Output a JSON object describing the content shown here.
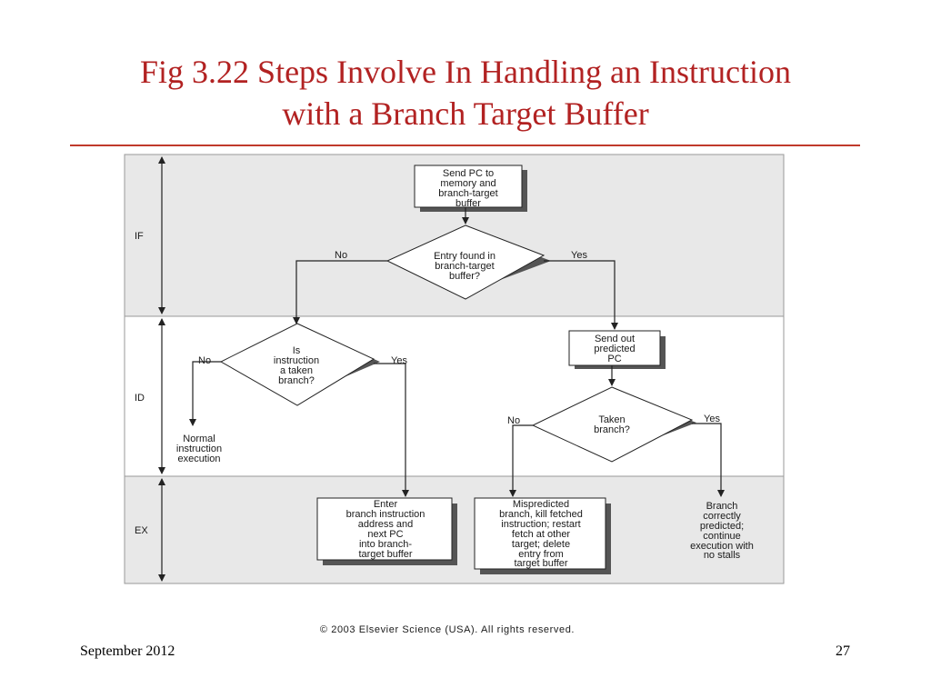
{
  "slide": {
    "title_line1": "Fig 3.22 Steps Involve In Handling an Instruction",
    "title_line2": "with a Branch Target Buffer",
    "footer_date": "September 2012",
    "page_number": "27",
    "copyright": "© 2003 Elsevier Science (USA). All rights reserved."
  },
  "diagram": {
    "stages": [
      "IF",
      "ID",
      "EX"
    ],
    "nodes": {
      "send_pc": [
        "Send PC to",
        "memory and",
        "branch-target",
        "buffer"
      ],
      "entry_found": [
        "Entry found in",
        "branch-target",
        "buffer?"
      ],
      "is_taken": [
        "Is",
        "instruction",
        "a taken",
        "branch?"
      ],
      "send_predicted": [
        "Send out",
        "predicted",
        "PC"
      ],
      "taken_branch": [
        "Taken",
        "branch?"
      ],
      "normal_exec": [
        "Normal",
        "instruction",
        "execution"
      ],
      "enter_btb": [
        "Enter",
        "branch instruction",
        "address and",
        "next PC",
        "into branch-",
        "target buffer"
      ],
      "mispredicted": [
        "Mispredicted",
        "branch, kill fetched",
        "instruction; restart",
        "fetch at other",
        "target; delete",
        "entry from",
        "target buffer"
      ],
      "correct": [
        "Branch",
        "correctly",
        "predicted;",
        "continue",
        "execution with",
        "no stalls"
      ]
    },
    "edge_labels": {
      "entry_no": "No",
      "entry_yes": "Yes",
      "taken_no": "No",
      "taken_yes": "Yes",
      "tb_no": "No",
      "tb_yes": "Yes"
    },
    "colors": {
      "band_if": "#e8e8e8",
      "band_id": "#ffffff",
      "band_ex": "#e8e8e8",
      "shadow": "#555555",
      "line": "#222222",
      "title": "#b22222"
    }
  }
}
